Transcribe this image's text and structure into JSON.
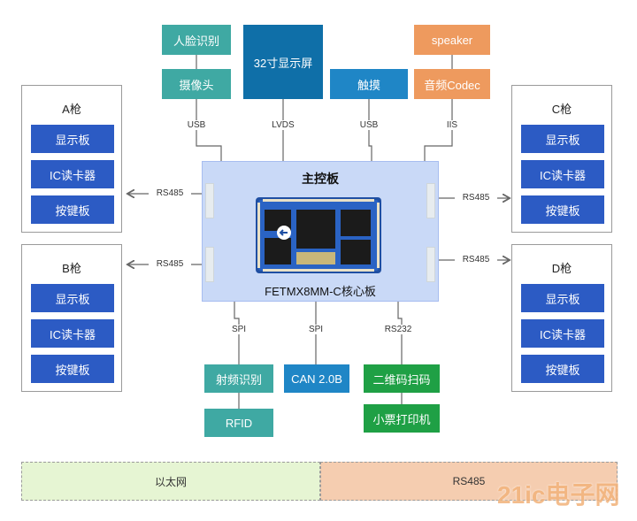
{
  "top": {
    "face_recognition": "人脸识别",
    "camera": "摄像头",
    "display_32": "32寸显示屏",
    "touch": "触摸",
    "speaker": "speaker",
    "audio_codec": "音频Codec"
  },
  "buses": {
    "usb1": "USB",
    "lvds": "LVDS",
    "usb2": "USB",
    "iis": "IIS",
    "spi1": "SPI",
    "spi2": "SPI",
    "rs232": "RS232",
    "rs485_a": "RS485",
    "rs485_b": "RS485",
    "rs485_c": "RS485",
    "rs485_d": "RS485"
  },
  "main_board": {
    "title": "主控板",
    "module": "FETMX8MM-C核心板"
  },
  "guns": {
    "a": {
      "title": "A枪",
      "items": [
        "显示板",
        "IC读卡器",
        "按键板"
      ]
    },
    "b": {
      "title": "B枪",
      "items": [
        "显示板",
        "IC读卡器",
        "按键板"
      ]
    },
    "c": {
      "title": "C枪",
      "items": [
        "显示板",
        "IC读卡器",
        "按键板"
      ]
    },
    "d": {
      "title": "D枪",
      "items": [
        "显示板",
        "IC读卡器",
        "按键板"
      ]
    }
  },
  "bottom": {
    "rf_recognition": "射频识别",
    "rfid": "RFID",
    "can": "CAN 2.0B",
    "qr_scan": "二维码扫码",
    "receipt_printer": "小票打印机"
  },
  "network": {
    "ethernet": "以太网",
    "rs485": "RS485"
  },
  "colors": {
    "teal": "#3fa9a3",
    "deep_blue": "#0f6fa8",
    "sky_blue": "#1f86c6",
    "orange": "#ee9a5e",
    "green": "#1fa045",
    "navy": "#2c5bc4",
    "main_board": "#c9d9f7",
    "ethernet_bg": "#e6f5d3",
    "rs485_bg": "#f5cdb0"
  },
  "watermark": "21ic电子网"
}
